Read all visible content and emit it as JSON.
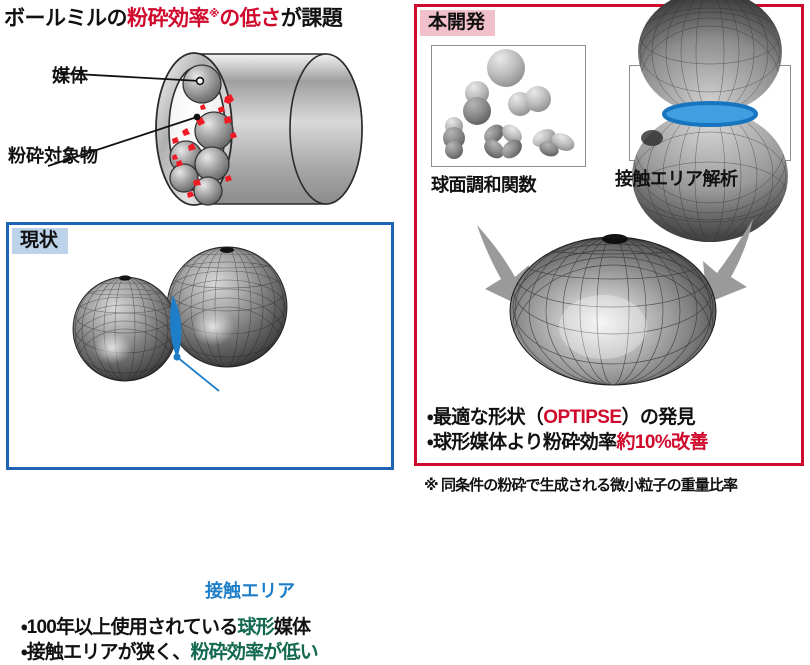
{
  "title": {
    "prefix": "ボールミルの",
    "highlight": "粉砕効率",
    "footnote_mark": "※",
    "suffix_highlight": "の低さ",
    "suffix": "が課題",
    "highlight_color": "#cf0a2c"
  },
  "mill_diagram": {
    "label_media": "媒体",
    "label_target": "粉砕対象物",
    "media_color": "#8a8a8a",
    "particle_color": "#ee1b24",
    "shell_color": "#b5b5b5"
  },
  "left_panel": {
    "tag": "現状",
    "tag_bg": "#bcd3ea",
    "border_color": "#1f63b5",
    "contact_label": "接触エリア",
    "contact_label_color": "#1f7ec8",
    "bullets": [
      {
        "mark": "・",
        "parts": [
          {
            "text": "100年以上使用されている",
            "color": "#111111"
          },
          {
            "text": "球形",
            "color": "#13694f"
          },
          {
            "text": "媒体",
            "color": "#111111"
          }
        ]
      },
      {
        "mark": "・",
        "parts": [
          {
            "text": "接触エリアが狭く、",
            "color": "#111111"
          },
          {
            "text": "粉砕効率が低い",
            "color": "#13694f"
          }
        ]
      }
    ]
  },
  "right_panel": {
    "tag": "本開発",
    "tag_bg": "#f2c0cb",
    "border_color": "#cf0a2c",
    "sub_images": [
      {
        "caption": "球面調和関数",
        "name": "spherical-harmonics"
      },
      {
        "caption": "接触エリア解析",
        "name": "contact-area-analysis"
      }
    ],
    "shape_name": "OPTIPSE",
    "bullets": [
      {
        "mark": "・",
        "parts": [
          {
            "text": "最適な形状（",
            "color": "#111111"
          },
          {
            "text": "OPTIPSE",
            "color": "#cf0a2c"
          },
          {
            "text": "）の発見",
            "color": "#111111"
          }
        ]
      },
      {
        "mark": "・",
        "parts": [
          {
            "text": "球形媒体より粉砕効率",
            "color": "#111111"
          },
          {
            "text": "約10%改善",
            "color": "#cf0a2c"
          }
        ]
      }
    ]
  },
  "footnote": {
    "mark": "※",
    "text": "同条件の粉砕で生成される微小粒子の重量比率"
  }
}
